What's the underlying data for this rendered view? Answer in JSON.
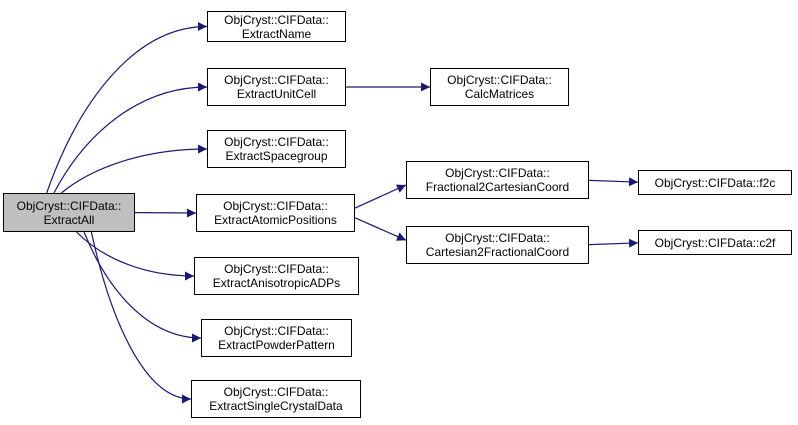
{
  "colors": {
    "edge": "#191970",
    "node_border": "#000000",
    "root_fill": "#bfbfbf",
    "node_fill": "#ffffff"
  },
  "nodes": [
    {
      "id": "extract-all",
      "lines": [
        "ObjCryst::CIFData::",
        "ExtractAll"
      ],
      "root": true
    },
    {
      "id": "extract-name",
      "lines": [
        "ObjCryst::CIFData::",
        "ExtractName"
      ]
    },
    {
      "id": "extract-unit-cell",
      "lines": [
        "ObjCryst::CIFData::",
        "ExtractUnitCell"
      ]
    },
    {
      "id": "calc-matrices",
      "lines": [
        "ObjCryst::CIFData::",
        "CalcMatrices"
      ]
    },
    {
      "id": "extract-spacegroup",
      "lines": [
        "ObjCryst::CIFData::",
        "ExtractSpacegroup"
      ]
    },
    {
      "id": "extract-atomic-positions",
      "lines": [
        "ObjCryst::CIFData::",
        "ExtractAtomicPositions"
      ]
    },
    {
      "id": "fractional2cartesian",
      "lines": [
        "ObjCryst::CIFData::",
        "Fractional2CartesianCoord"
      ]
    },
    {
      "id": "f2c",
      "lines": [
        "ObjCryst::CIFData::f2c"
      ]
    },
    {
      "id": "cartesian2fractional",
      "lines": [
        "ObjCryst::CIFData::",
        "Cartesian2FractionalCoord"
      ]
    },
    {
      "id": "c2f",
      "lines": [
        "ObjCryst::CIFData::c2f"
      ]
    },
    {
      "id": "extract-anisotropic-adps",
      "lines": [
        "ObjCryst::CIFData::",
        "ExtractAnisotropicADPs"
      ]
    },
    {
      "id": "extract-powder-pattern",
      "lines": [
        "ObjCryst::CIFData::",
        "ExtractPowderPattern"
      ]
    },
    {
      "id": "extract-single-crystal-data",
      "lines": [
        "ObjCryst::CIFData::",
        "ExtractSingleCrystalData"
      ]
    }
  ],
  "edges": [
    {
      "from": "extract-all",
      "to": "extract-name"
    },
    {
      "from": "extract-all",
      "to": "extract-unit-cell"
    },
    {
      "from": "extract-all",
      "to": "extract-spacegroup"
    },
    {
      "from": "extract-all",
      "to": "extract-atomic-positions"
    },
    {
      "from": "extract-all",
      "to": "extract-anisotropic-adps"
    },
    {
      "from": "extract-all",
      "to": "extract-powder-pattern"
    },
    {
      "from": "extract-all",
      "to": "extract-single-crystal-data"
    },
    {
      "from": "extract-unit-cell",
      "to": "calc-matrices"
    },
    {
      "from": "extract-atomic-positions",
      "to": "fractional2cartesian"
    },
    {
      "from": "extract-atomic-positions",
      "to": "cartesian2fractional"
    },
    {
      "from": "fractional2cartesian",
      "to": "f2c"
    },
    {
      "from": "cartesian2fractional",
      "to": "c2f"
    }
  ]
}
